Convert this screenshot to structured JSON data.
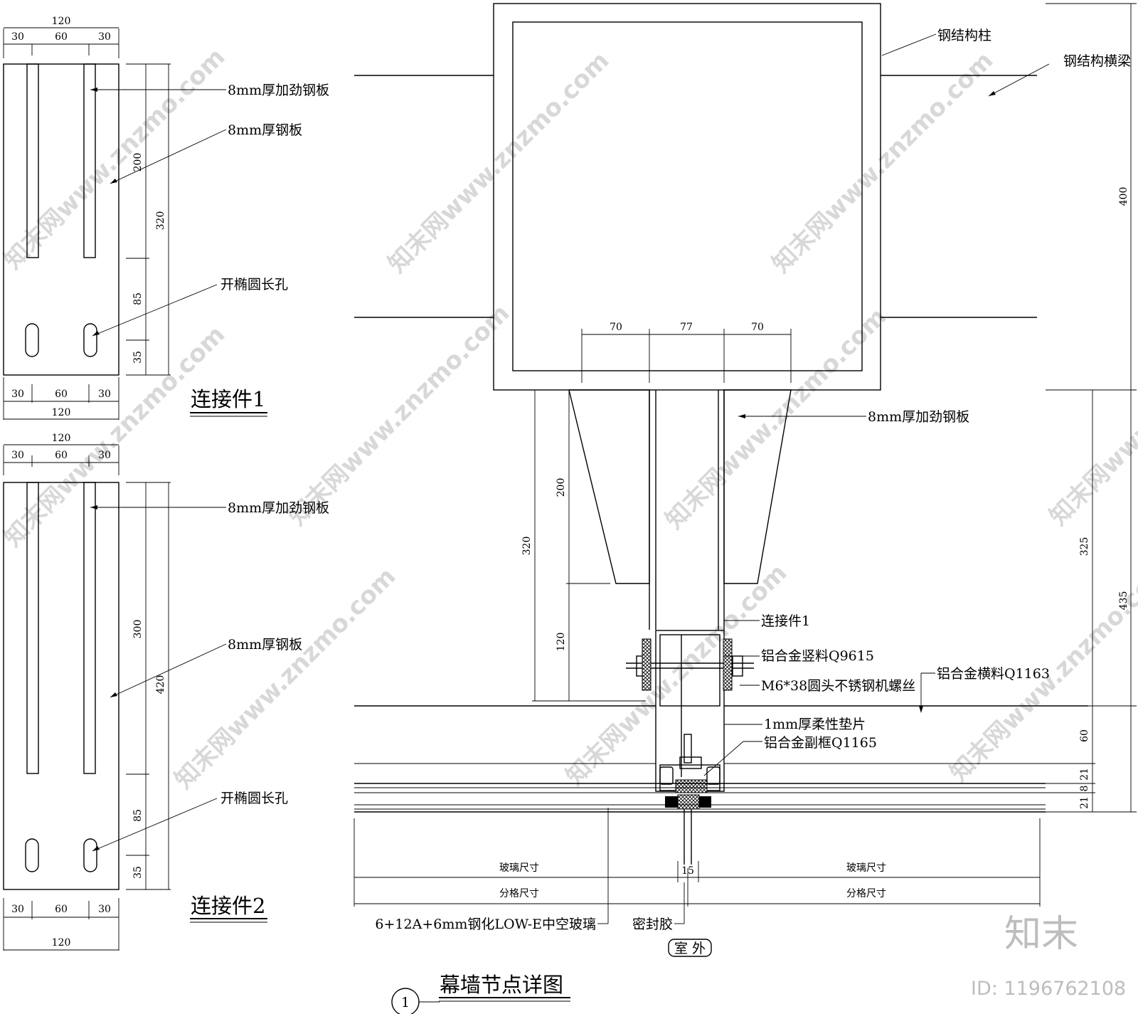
{
  "watermark": {
    "text": "知末网www.znzmo.com",
    "brand": "知末",
    "id": "ID: 1196762108"
  },
  "connector1": {
    "title": "连接件1",
    "dims": {
      "top_total": "120",
      "top_a": "30",
      "top_b": "60",
      "top_c": "30",
      "bot_a": "30",
      "bot_b": "60",
      "bot_c": "30",
      "bot_total": "120",
      "v_200": "200",
      "v_85": "85",
      "v_35": "35",
      "v_total": "320"
    },
    "labels": {
      "stiffener": "8mm厚加劲钢板",
      "plate": "8mm厚钢板",
      "slot": "开椭圆长孔"
    }
  },
  "connector2": {
    "title": "连接件2",
    "dims": {
      "top_total": "120",
      "top_a": "30",
      "top_b": "60",
      "top_c": "30",
      "bot_a": "30",
      "bot_b": "60",
      "bot_c": "30",
      "bot_total": "120",
      "v_300": "300",
      "v_85": "85",
      "v_35": "35",
      "v_total": "420"
    },
    "labels": {
      "stiffener": "8mm厚加劲钢板",
      "plate": "8mm厚钢板",
      "slot": "开椭圆长孔"
    }
  },
  "detail": {
    "title": "幕墙节点详图",
    "number": "1",
    "outside": "室 外",
    "dims": {
      "d70a": "70",
      "d77": "77",
      "d70b": "70",
      "d400": "400",
      "d325": "325",
      "d435": "435",
      "d60": "60",
      "d21a": "21",
      "d8": "8",
      "d21b": "21",
      "d320": "320",
      "d200": "200",
      "d120": "120",
      "d15": "15"
    },
    "labels": {
      "column": "钢结构柱",
      "beam": "钢结构横梁",
      "stiffener": "8mm厚加劲钢板",
      "connector": "连接件1",
      "mullion": "铝合金竖料Q9615",
      "bolt": "M6*38圆头不锈钢机螺丝",
      "transom": "铝合金横料Q1163",
      "gasket": "1mm厚柔性垫片",
      "subframe": "铝合金副框Q1165",
      "glass_size_l": "玻璃尺寸",
      "glass_size_r": "玻璃尺寸",
      "grid_size_l": "分格尺寸",
      "grid_size_r": "分格尺寸",
      "glass_spec": "6+12A+6mm钢化LOW-E中空玻璃",
      "sealant": "密封胶"
    }
  }
}
